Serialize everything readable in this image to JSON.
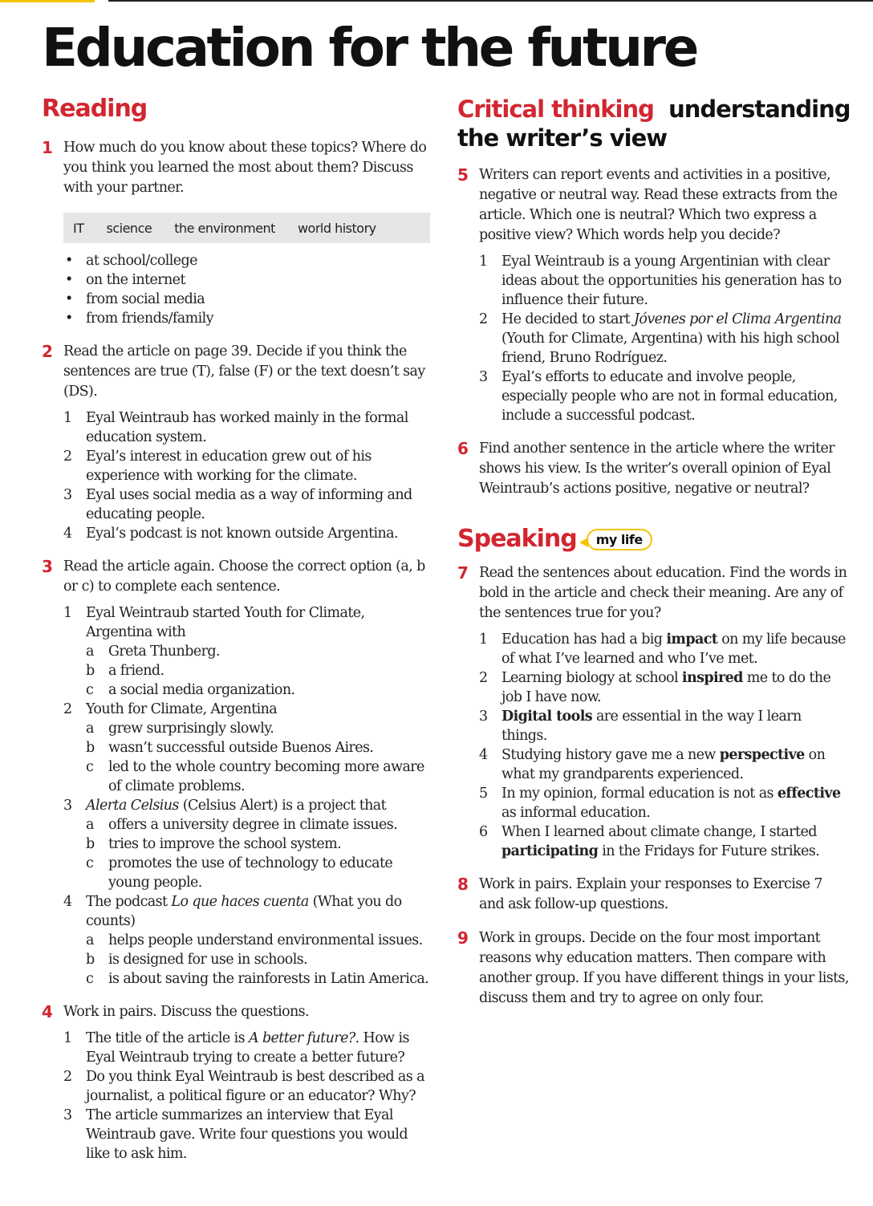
{
  "title": "Education for the future",
  "left": {
    "heading": "Reading",
    "ex1": {
      "num": "1",
      "text": "How much do you know about these topics? Where do you think you learned the most about them? Discuss with your partner.",
      "words": [
        "IT",
        "science",
        "the environment",
        "world history"
      ],
      "bullets": [
        "at school/college",
        "on the internet",
        "from social media",
        "from friends/family"
      ]
    },
    "ex2": {
      "num": "2",
      "text": "Read the article on page 39. Decide if you think the sentences are true (T), false (F) or the text doesn’t say (DS).",
      "items": [
        {
          "n": "1",
          "t": "Eyal Weintraub has worked mainly in the formal education system."
        },
        {
          "n": "2",
          "t": "Eyal’s interest in education grew out of his experience with working for the climate."
        },
        {
          "n": "3",
          "t": "Eyal uses social media as a way of informing and educating people."
        },
        {
          "n": "4",
          "t": "Eyal’s podcast is not known outside Argentina."
        }
      ]
    },
    "ex3": {
      "num": "3",
      "text": "Read the article again. Choose the correct option (a, b or c) to complete each sentence.",
      "q1": {
        "n": "1",
        "t": "Eyal Weintraub started Youth for Climate, Argentina with",
        "a": "Greta Thunberg.",
        "b": "a friend.",
        "c": "a social media organization."
      },
      "q2": {
        "n": "2",
        "t": "Youth for Climate, Argentina",
        "a": "grew surprisingly slowly.",
        "b": "wasn’t successful outside Buenos Aires.",
        "c": "led to the whole country becoming more aware of climate problems."
      },
      "q3": {
        "n": "3",
        "it": "Alerta Celsius",
        "t": " (Celsius Alert) is a project that",
        "a": "offers a university degree in climate issues.",
        "b": "tries to improve the school system.",
        "c": "promotes the use of technology to educate young people."
      },
      "q4": {
        "n": "4",
        "t1": "The podcast ",
        "it": "Lo que haces cuenta",
        "t2": " (What you do counts)",
        "a": "helps people understand environmental issues.",
        "b": "is designed for use in schools.",
        "c": "is about saving the rainforests in Latin America."
      },
      "letters": [
        "a",
        "b",
        "c"
      ]
    },
    "ex4": {
      "num": "4",
      "text": "Work in pairs. Discuss the questions.",
      "i1": {
        "n": "1",
        "t1": "The title of the article is ",
        "it": "A better future?",
        "t2": ". How is Eyal Weintraub trying to create a better future?"
      },
      "i2": {
        "n": "2",
        "t": "Do you think Eyal Weintraub is best described as a journalist, a political figure or an educator? Why?"
      },
      "i3": {
        "n": "3",
        "t": "The article summarizes an interview that Eyal Weintraub gave. Write four questions you would like to ask him."
      }
    }
  },
  "right": {
    "ct_red": "Critical thinking",
    "ct_sub1": "understanding",
    "ct_sub2": "the writer’s view",
    "ex5": {
      "num": "5",
      "text": "Writers can report events and activities in a positive, negative or neutral way. Read these extracts from the article. Which one is neutral? Which two express a positive view? Which words help you decide?",
      "i1": {
        "n": "1",
        "t": "Eyal Weintraub is a young Argentinian with clear ideas about the opportunities his generation has to influence their future."
      },
      "i2": {
        "n": "2",
        "t1": "He decided to start ",
        "it": "Jóvenes por el Clima Argentina",
        "t2": " (Youth for Climate, Argentina) with his high school friend, Bruno Rodríguez."
      },
      "i3": {
        "n": "3",
        "t": "Eyal’s efforts to educate and involve people, especially people who are not in formal education, include a successful podcast."
      }
    },
    "ex6": {
      "num": "6",
      "text": "Find another sentence in the article where the writer shows his view. Is the writer’s overall opinion of Eyal Weintraub’s actions positive, negative or neutral?"
    },
    "speaking": "Speaking",
    "badge": "my life",
    "ex7": {
      "num": "7",
      "text": "Read the sentences about education. Find the words in bold in the article and check their meaning. Are any of the sentences true for you?",
      "i1": {
        "n": "1",
        "a": "Education has had a big ",
        "b": "impact",
        "c": " on my life because of what I’ve learned and who I’ve met."
      },
      "i2": {
        "n": "2",
        "a": "Learning biology at school ",
        "b": "inspired",
        "c": " me to do the job I have now."
      },
      "i3": {
        "n": "3",
        "a": "",
        "b": "Digital tools",
        "c": " are essential in the way I learn things."
      },
      "i4": {
        "n": "4",
        "a": "Studying history gave me a new ",
        "b": "perspective",
        "c": " on what my grandparents experienced."
      },
      "i5": {
        "n": "5",
        "a": "In my opinion, formal education is not as ",
        "b": "effective",
        "c": " as informal education."
      },
      "i6": {
        "n": "6",
        "a": "When I learned about climate change, I started ",
        "b": "participating",
        "c": " in the Fridays for Future strikes."
      }
    },
    "ex8": {
      "num": "8",
      "text": "Work in pairs. Explain your responses to Exercise 7 and ask follow-up questions."
    },
    "ex9": {
      "num": "9",
      "text": "Work in groups. Decide on the four most important reasons why education matters. Then compare with another group. If you have different things in your lists, discuss them and try to agree on only four."
    }
  }
}
